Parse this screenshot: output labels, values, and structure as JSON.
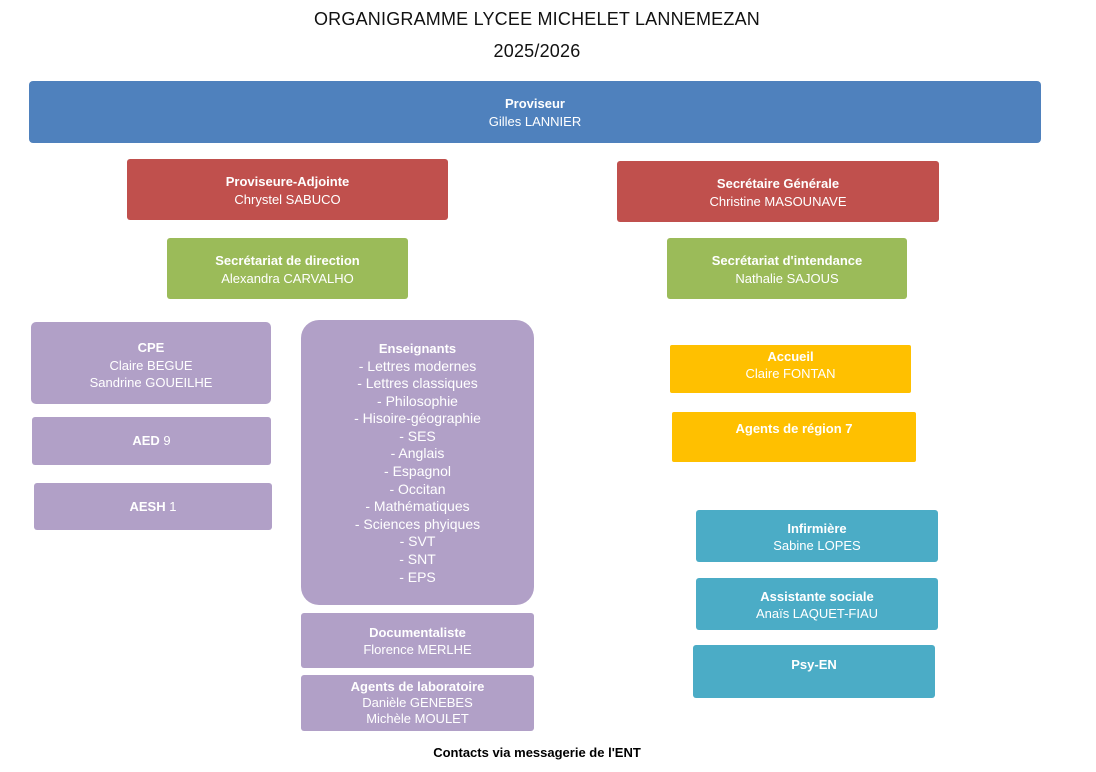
{
  "title": "ORGANIGRAMME LYCEE MICHELET LANNEMEZAN",
  "year": "2025/2026",
  "proviseur": {
    "role": "Proviseur",
    "name": "Gilles LANNIER"
  },
  "adjointe": {
    "role": "Proviseure-Adjointe",
    "name": "Chrystel SABUCO"
  },
  "secretaire_generale": {
    "role": "Secrétaire Générale",
    "name": "Christine MASOUNAVE"
  },
  "secretariat_direction": {
    "role": "Secrétariat de direction",
    "name": "Alexandra CARVALHO"
  },
  "secretariat_intendance": {
    "role": "Secrétariat d'intendance",
    "name": "Nathalie SAJOUS"
  },
  "cpe": {
    "role": "CPE",
    "names": [
      "Claire BEGUE",
      "Sandrine GOUEILHE"
    ]
  },
  "aed": {
    "role": "AED",
    "count": "9"
  },
  "aesh": {
    "role": "AESH",
    "count": "1"
  },
  "enseignants": {
    "role": "Enseignants",
    "subjects": [
      "- Lettres modernes",
      "- Lettres classiques",
      "- Philosophie",
      "- Hisoire-géographie",
      "- SES",
      "- Anglais",
      "- Espagnol",
      "- Occitan",
      "- Mathématiques",
      "- Sciences phyiques",
      "- SVT",
      "- SNT",
      "- EPS"
    ]
  },
  "documentaliste": {
    "role": "Documentaliste",
    "name": "Florence MERLHE"
  },
  "agents_labo": {
    "role": "Agents de laboratoire",
    "names": [
      "Danièle GENEBES",
      "Michèle MOULET"
    ]
  },
  "accueil": {
    "role": "Accueil",
    "name": "Claire FONTAN"
  },
  "agents_region": {
    "role": "Agents de région 7"
  },
  "infirmiere": {
    "role": "Infirmière",
    "name": "Sabine LOPES"
  },
  "assistante_sociale": {
    "role": "Assistante sociale",
    "name": "Anaïs LAQUET-FIAU"
  },
  "psy_en": {
    "role": "Psy-EN"
  },
  "footer": "Contacts via messagerie de l'ENT",
  "colors": {
    "direction": "#4f81bd",
    "adjoints": "#c0504d",
    "secretariats": "#9bbb59",
    "vie_scolaire_pedagogie": "#b1a0c7",
    "accueil_agents": "#ffc000",
    "sante_social": "#4bacc6"
  }
}
